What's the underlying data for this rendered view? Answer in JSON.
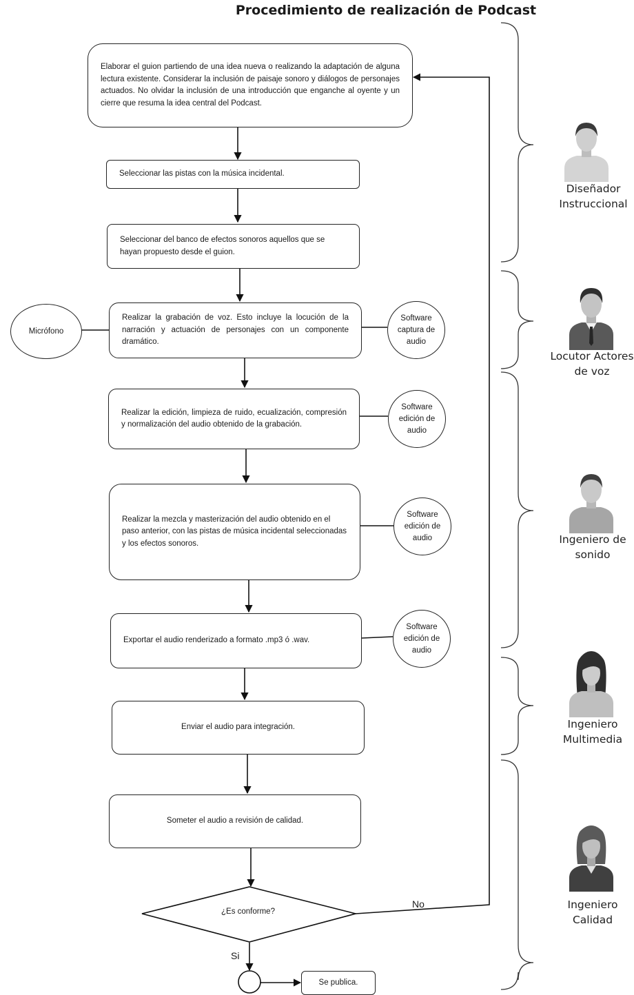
{
  "title": "Procedimiento de realización de Podcast",
  "steps": [
    "Elaborar el guion partiendo de una idea nueva o realizando la adaptación de alguna lectura existente.  Considerar la inclusión de paisaje sonoro y diálogos de personajes actuados.  No olvidar la inclusión de una introducción que enganche al oyente y un cierre que resuma la idea central del Podcast.",
    "Seleccionar las pistas con la música incidental.",
    "Seleccionar del banco de efectos sonoros aquellos que se hayan propuesto desde el guion.",
    "Realizar la grabación de voz.  Esto incluye la locución de la narración y actuación de personajes con un componente dramático.",
    "Realizar la edición, limpieza de ruido, ecualización, compresión y normalización del audio obtenido de la grabación.",
    "Realizar la mezcla y masterización del audio obtenido en el paso anterior, con las pistas de música incidental seleccionadas y los efectos sonoros.",
    "Exportar el audio renderizado a formato .mp3 ó .wav.",
    "Enviar el audio para integración.",
    "Someter el audio a revisión de calidad."
  ],
  "decision": "¿Es conforme?",
  "yes_label": "Si",
  "no_label": "No",
  "final_step": "Se publica.",
  "tools": {
    "microphone": "Micrófono",
    "capture_software": "Software captura de audio",
    "editing_software": "Software edición de audio"
  },
  "roles": [
    {
      "name": "Diseñador Instruccional",
      "icon": "male-designer-icon",
      "color": "#d9d9d9"
    },
    {
      "name": "Locutor Actores de voz",
      "icon": "male-suit-icon",
      "color": "#555555"
    },
    {
      "name": "Ingeniero de sonido",
      "icon": "male-engineer-icon",
      "color": "#a6a6a6"
    },
    {
      "name": "Ingeniero Multimedia",
      "icon": "female-engineer-icon",
      "color": "#bfbfbf"
    },
    {
      "name": "Ingeniero Calidad",
      "icon": "female-quality-icon",
      "color": "#404040"
    }
  ]
}
